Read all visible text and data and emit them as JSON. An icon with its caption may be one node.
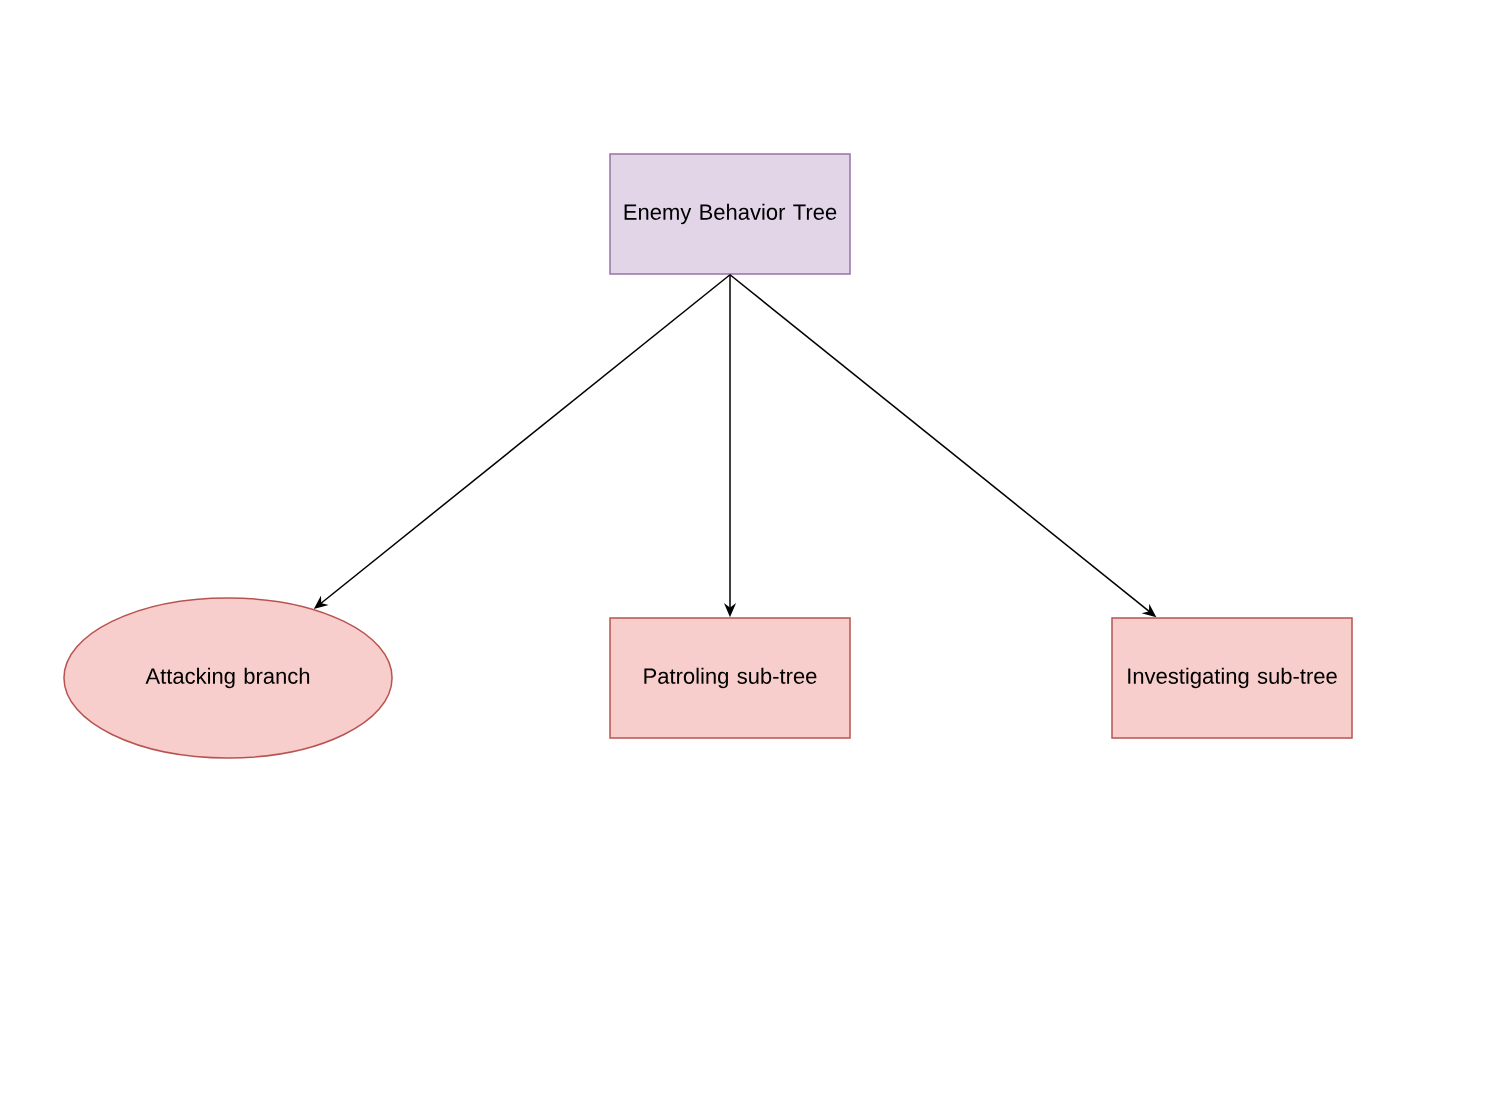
{
  "diagram": {
    "nodes": [
      {
        "text": [
          "Enemy Behavior Tree"
        ]
      },
      {
        "text": [
          "Attacking branch"
        ]
      },
      {
        "text": [
          "Patroling sub-tree"
        ]
      },
      {
        "text": [
          "Investigating sub-tree"
        ]
      }
    ],
    "edges": [
      {
        "from": 0,
        "to": 1,
        "arrow": "to"
      },
      {
        "from": 0,
        "to": 2,
        "arrow": "to"
      },
      {
        "from": 0,
        "to": 3,
        "arrow": "to"
      }
    ]
  }
}
